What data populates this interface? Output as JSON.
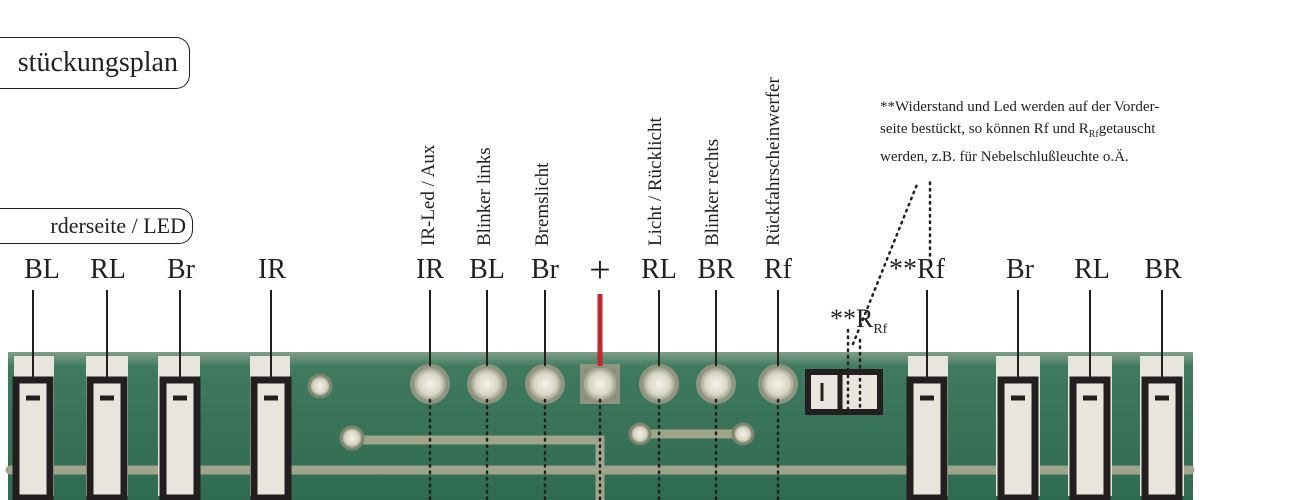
{
  "title": "stückungsplan",
  "side_label": "rderseite / LED",
  "pad_labels": [
    "BL",
    "RL",
    "Br",
    "IR",
    "IR",
    "BL",
    "Br",
    "+",
    "RL",
    "BR",
    "Rf",
    "**Rf",
    "Br",
    "RL",
    "BR"
  ],
  "vertical_labels": [
    "IR-Led / Aux",
    "Blinker links",
    "Bremslicht",
    "Licht / Rücklicht",
    "Blinker rechts",
    "Rückfahrscheinwerfer"
  ],
  "resistor_label": "**R",
  "resistor_sub": "Rf",
  "note": {
    "line1": "**Widerstand und Led werden auf der Vorder-",
    "line2a": "seite bestückt, so können Rf und R",
    "line2sub": "Rf",
    "line2b": "getauscht",
    "line3": "werden, z.B. für Nebelschlußleuchte o.Ä."
  },
  "colors": {
    "board": "#3f7a5f",
    "trace": "#9fa58a",
    "plus": "#c1272d",
    "ink": "#231f20"
  }
}
